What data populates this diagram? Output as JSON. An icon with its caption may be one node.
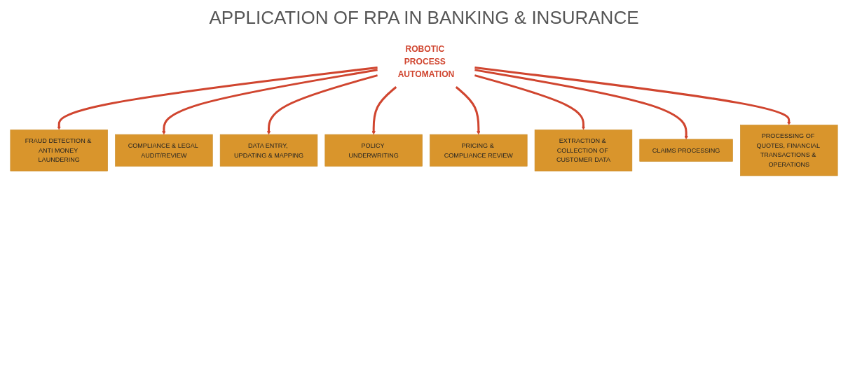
{
  "diagram": {
    "title": "APPLICATION OF RPA IN BANKING & INSURANCE",
    "nodes": [
      {
        "text": [
          "ROBOTIC PROCESS AUTOMATION"
        ]
      },
      {
        "text": [
          "FRAUD DETECTION & ANTI MONEY LAUNDERING"
        ]
      },
      {
        "text": [
          "COMPLIANCE & LEGAL AUDIT/REVIEW"
        ]
      },
      {
        "text": [
          "DATA ENTRY, UPDATING & MAPPING"
        ]
      },
      {
        "text": [
          "POLICY UNDERWRITING"
        ]
      },
      {
        "text": [
          "PRICING & COMPLIANCE REVIEW"
        ]
      },
      {
        "text": [
          "EXTRACTION & COLLECTION OF CUSTOMER DATA"
        ]
      },
      {
        "text": [
          "CLAIMS PROCESSING"
        ]
      },
      {
        "text": [
          "PROCESSING OF QUOTES, FINANCIAL TRANSACTIONS & OPERATIONS"
        ]
      }
    ],
    "edges": [
      {
        "from": 0,
        "to": 1,
        "arrow": "to"
      },
      {
        "from": 0,
        "to": 2,
        "arrow": "to"
      },
      {
        "from": 0,
        "to": 3,
        "arrow": "to"
      },
      {
        "from": 0,
        "to": 4,
        "arrow": "to"
      },
      {
        "from": 0,
        "to": 5,
        "arrow": "to"
      },
      {
        "from": 0,
        "to": 6,
        "arrow": "to"
      },
      {
        "from": 0,
        "to": 7,
        "arrow": "to"
      },
      {
        "from": 0,
        "to": 8,
        "arrow": "to"
      }
    ]
  }
}
